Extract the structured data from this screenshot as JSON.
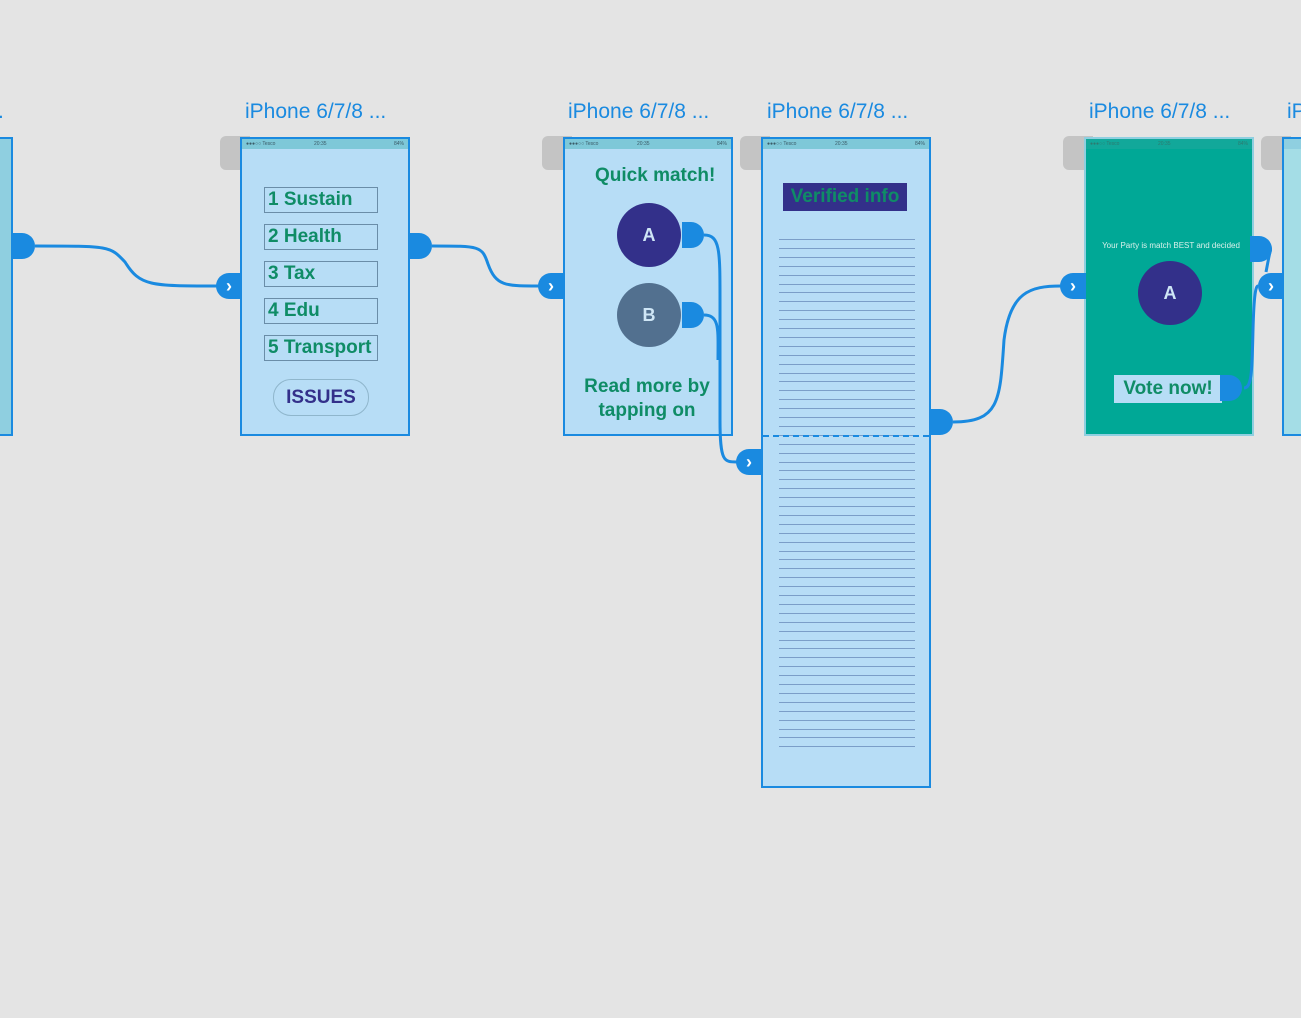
{
  "artboards": {
    "title": "iPhone 6/7/8 ...",
    "left_partial_title": ".",
    "right_partial_title": "iP"
  },
  "statusbar": {
    "carrier": "●●●○○ Tesco",
    "time": "20:35",
    "battery": "84%"
  },
  "screen1": {
    "issues": [
      "1 Sustain",
      "2 Health",
      "3 Tax",
      "4 Edu",
      "5 Transport"
    ],
    "button_label": "ISSUES"
  },
  "screen2": {
    "heading": "Quick match!",
    "option_a": "A",
    "option_b": "B",
    "footer": "Read more by tapping on"
  },
  "screen3": {
    "heading": "Verified info"
  },
  "screen4": {
    "message": "Your Party is match BEST and decided",
    "party": "A",
    "vote_label": "Vote now!"
  },
  "colors": {
    "canvas": "#e4e4e4",
    "accent": "#1a8ae0",
    "screen_bg": "#b7ddf6",
    "text_green": "#0f8c66",
    "indigo": "#33308a",
    "slate": "#52708f",
    "teal": "#00a896"
  },
  "icons": {
    "link_arrow": "chevron-right-icon"
  }
}
